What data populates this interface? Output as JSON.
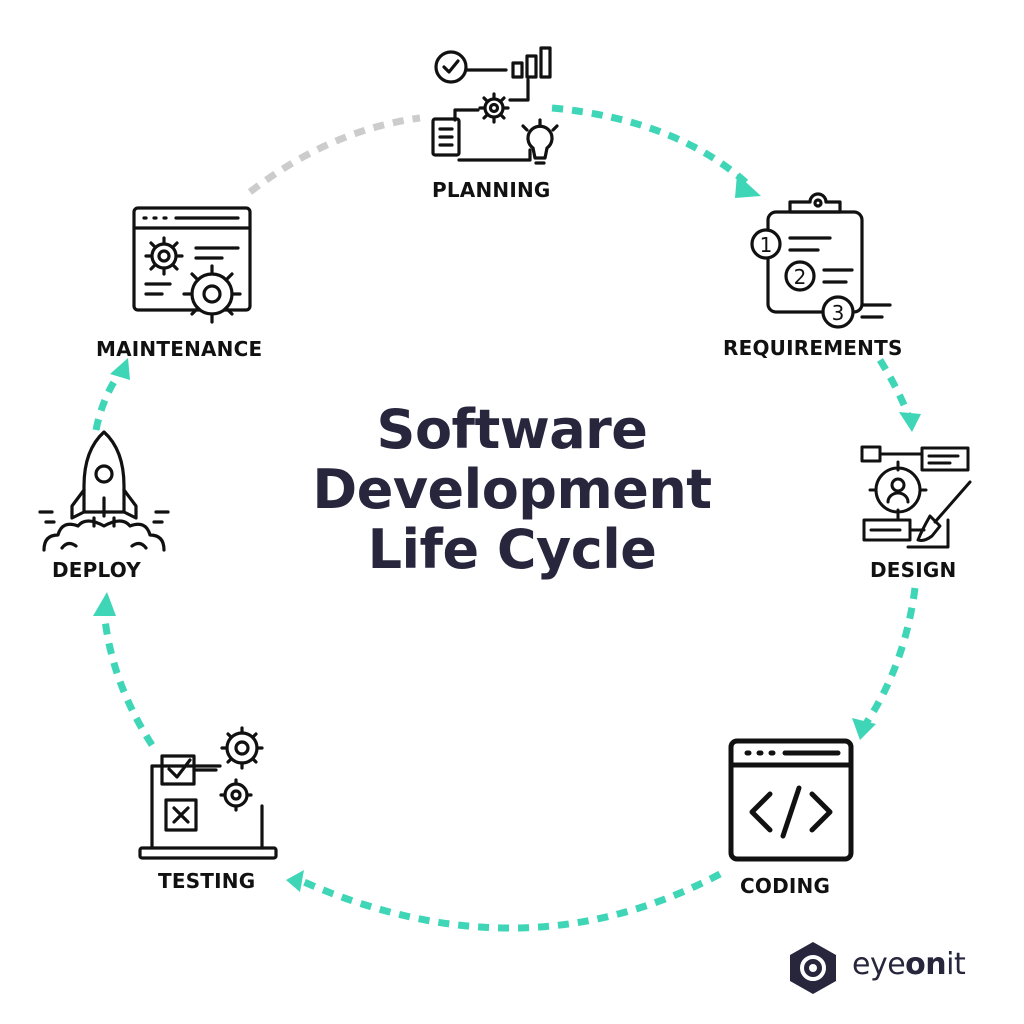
{
  "title": {
    "line1": "Software",
    "line2": "Development",
    "line3": "Life Cycle"
  },
  "stages": [
    {
      "id": "planning",
      "label": "PLANNING",
      "icon": "planning-icon"
    },
    {
      "id": "requirements",
      "label": "REQUIREMENTS",
      "icon": "clipboard-checklist-icon"
    },
    {
      "id": "design",
      "label": "DESIGN",
      "icon": "design-brush-icon"
    },
    {
      "id": "coding",
      "label": "CODING",
      "icon": "code-window-icon"
    },
    {
      "id": "testing",
      "label": "TESTING",
      "icon": "testing-laptop-icon"
    },
    {
      "id": "deploy",
      "label": "DEPLOY",
      "icon": "rocket-icon"
    },
    {
      "id": "maintenance",
      "label": "MAINTENANCE",
      "icon": "maintenance-gears-icon"
    }
  ],
  "brand": {
    "prefix": "eye",
    "bold": "on",
    "suffix": "it",
    "icon": "eye-logo-icon"
  },
  "colors": {
    "arrow": "#3ed6b6",
    "arrow_inactive": "#cccccc",
    "title": "#27263d",
    "icon_stroke": "#111111"
  }
}
